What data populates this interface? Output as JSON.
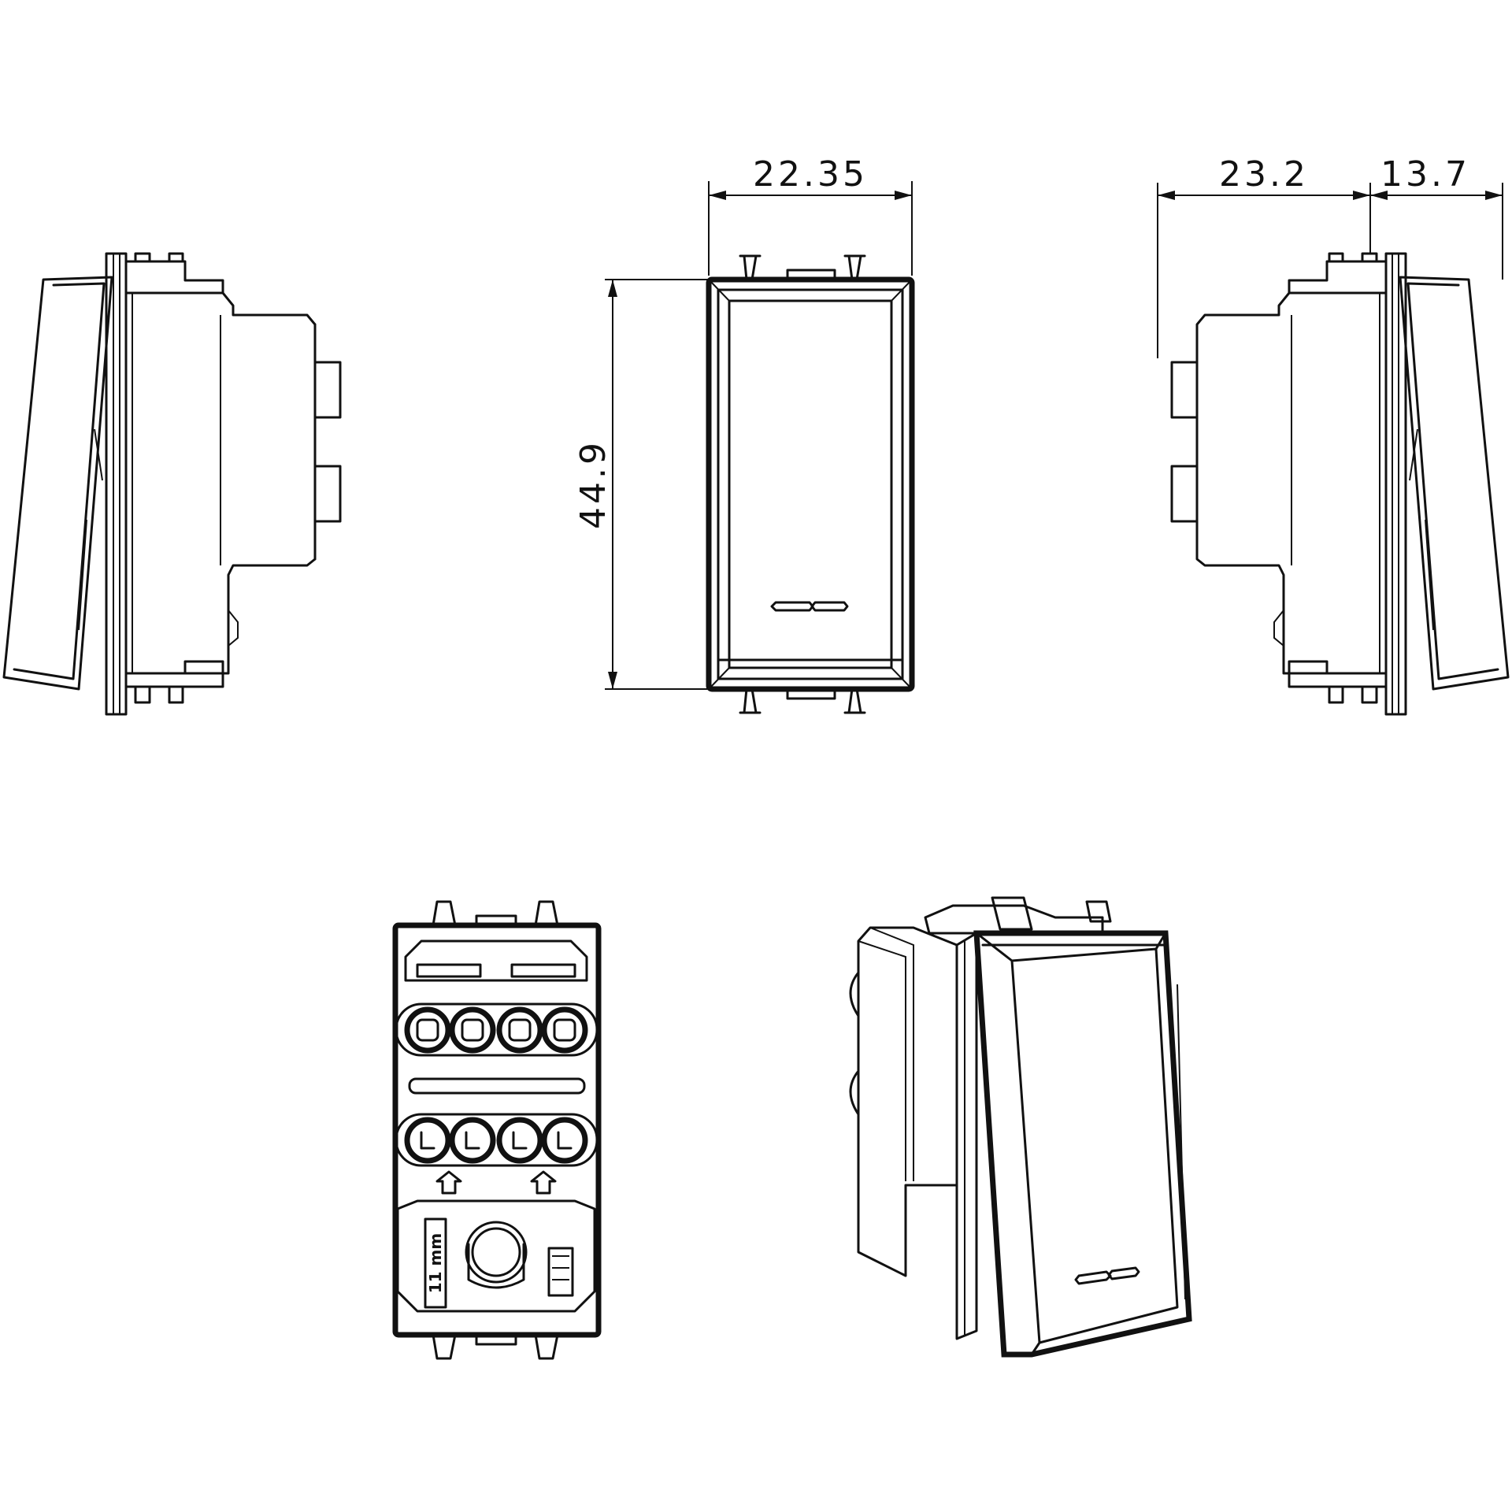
{
  "dimensions": {
    "width": "22.35",
    "height": "44.9",
    "depth_left": "23.2",
    "depth_right": "13.7"
  },
  "rear_view": {
    "strip_label": "11 mm"
  },
  "colors": {
    "line": "#111111",
    "background": "#ffffff"
  }
}
